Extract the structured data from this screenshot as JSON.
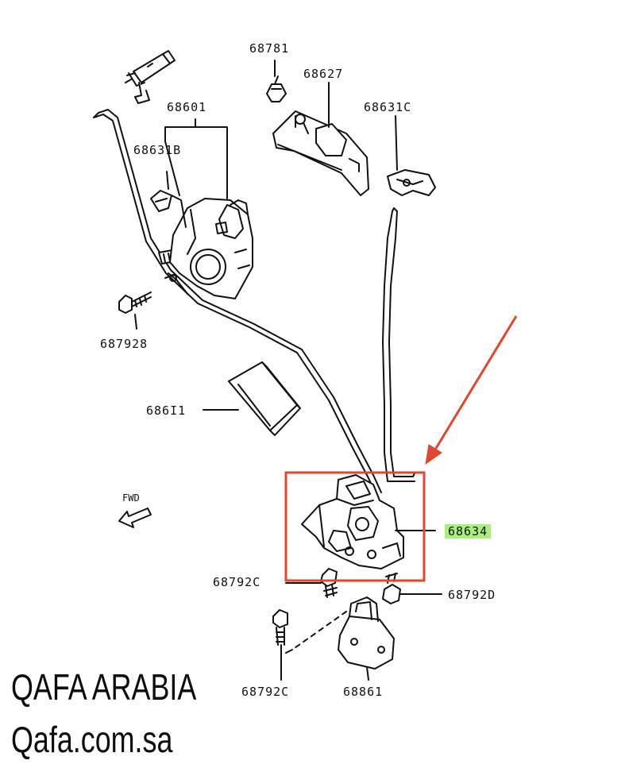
{
  "parts": {
    "p68781": "68781",
    "p68627": "68627",
    "p68601": "68601",
    "p68631C": "68631C",
    "p68631B": "68631B",
    "p687928": "687928",
    "p68611": "686I1",
    "p68634": "68634",
    "p68792C_top": "68792C",
    "p68792D": "68792D",
    "p68792C_bottom": "68792C",
    "p68861": "68861"
  },
  "direction_label": "FWD",
  "brand": {
    "name": "QAFA ARABIA",
    "url": "Qafa.com.sa"
  },
  "colors": {
    "highlight_box": "#e0472e",
    "highlight_label": "#a8f07a",
    "arrow": "#e0472e",
    "line": "#111111"
  }
}
